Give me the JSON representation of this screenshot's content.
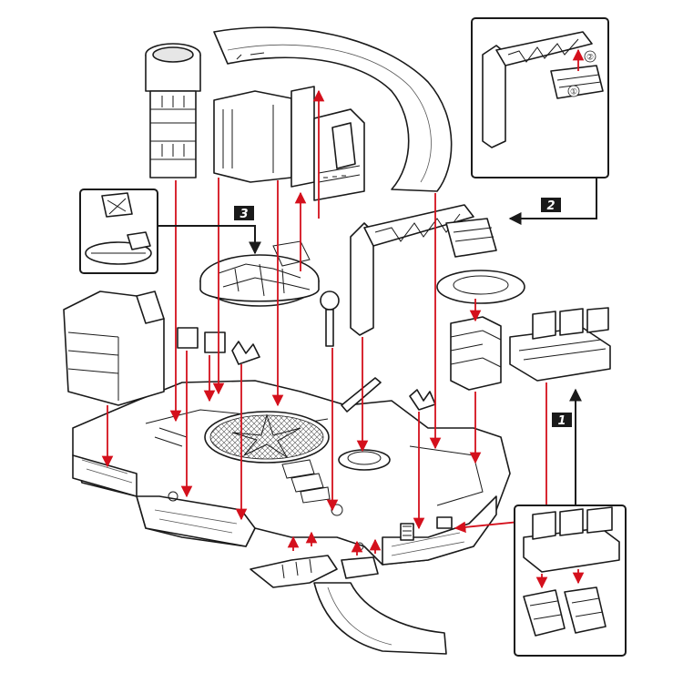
{
  "diagram": {
    "colors": {
      "accent": "#d4101c",
      "ink": "#1a1a1a",
      "part_fill": "#ffffff"
    },
    "badges": [
      {
        "id": "badge-1",
        "label": "1"
      },
      {
        "id": "badge-2",
        "label": "2"
      },
      {
        "id": "badge-3",
        "label": "3"
      }
    ],
    "inset_steps": [
      {
        "id": "step-1",
        "label": "①"
      },
      {
        "id": "step-2",
        "label": "②"
      }
    ]
  }
}
